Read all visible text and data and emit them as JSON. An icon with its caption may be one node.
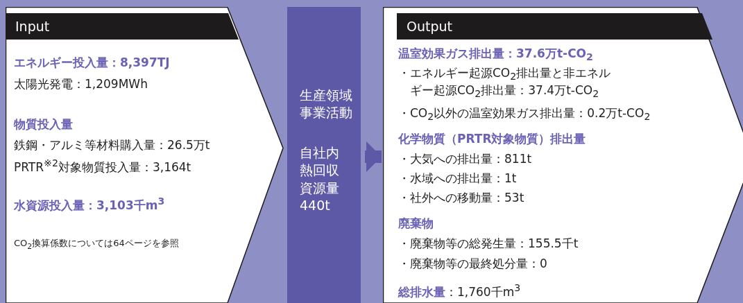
{
  "diagram": {
    "nodes": [
      {
        "text": [
          "Input",
          "エネルギー投入量：8,397TJ",
          "太陽光発電：1,209MWh",
          "物質投入量",
          "鉄鋼・アルミ等材料購入量：26.5万t",
          "PRTR$^{※2}$対象物質投入量：3,164t",
          "水資源投入量：3,103千m$^{3}$",
          "CO$_{2}$換算係数については64ページを参照"
        ]
      },
      {
        "text": [
          "生産領域事業活動",
          "自社内熱回収資源量440t"
        ]
      },
      {
        "text": [
          "Output",
          "温室効果ガス排出量：37.6万t-CO$_{2}$",
          "・エネルギー起源CO$_{2}$排出量と非エネルギー起源CO$_{2}$排出量：37.4万t-CO$_{2}$",
          "・CO$_{2}$以外の温室効果ガス排出量：0.2万t-CO$_{2}$",
          "化学物質（PRTR対象物質）排出量",
          "・大気への排出量：811t",
          "・水域への排出量：1t",
          "・社外への移動量：53t",
          "廃棄物",
          "・廃棄物等の総発生量：155.5千t",
          "・廃棄物等の最終処分量：0",
          "**総排水量**：1,760千m$^{3}$"
        ]
      }
    ],
    "edges": [
      {
        "from": 1,
        "to": 2,
        "arrow": "to"
      }
    ]
  }
}
